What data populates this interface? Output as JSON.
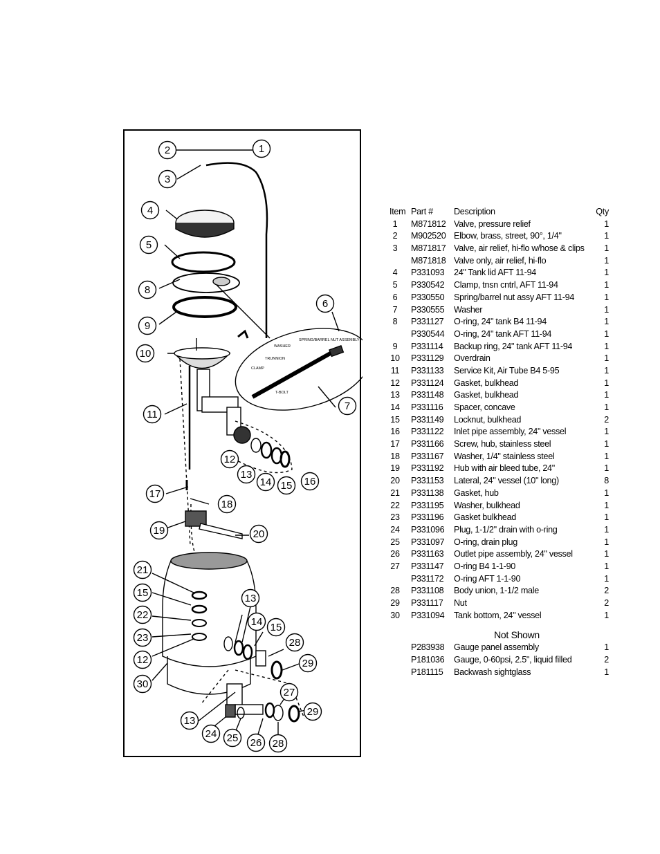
{
  "table": {
    "headers": {
      "item": "Item",
      "part": "Part #",
      "description": "Description",
      "qty": "Qty"
    },
    "rows": [
      {
        "item": "1",
        "part": "M871812",
        "description": "Valve, pressure relief",
        "qty": "1"
      },
      {
        "item": "2",
        "part": "M902520",
        "description": "Elbow, brass, street, 90°, 1/4\"",
        "qty": "1"
      },
      {
        "item": "3",
        "part": "M871817",
        "description": "Valve, air relief, hi-flo w/hose & clips",
        "qty": "1"
      },
      {
        "item": "",
        "part": "M871818",
        "description": "Valve only, air relief, hi-flo",
        "qty": "1"
      },
      {
        "item": "4",
        "part": "P331093",
        "description": "24\" Tank lid AFT 11-94",
        "qty": "1"
      },
      {
        "item": "5",
        "part": "P330542",
        "description": "Clamp, tnsn cntrl, AFT 11-94",
        "qty": "1"
      },
      {
        "item": "6",
        "part": "P330550",
        "description": "Spring/barrel nut assy AFT 11-94",
        "qty": "1"
      },
      {
        "item": "7",
        "part": "P330555",
        "description": "Washer",
        "qty": "1"
      },
      {
        "item": "8",
        "part": "P331127",
        "description": "O-ring, 24\" tank B4 11-94",
        "qty": "1"
      },
      {
        "item": "",
        "part": "P330544",
        "description": "O-ring, 24\" tank AFT 11-94",
        "qty": "1"
      },
      {
        "item": "9",
        "part": "P331114",
        "description": "Backup ring, 24\" tank AFT 11-94",
        "qty": "1"
      },
      {
        "item": "10",
        "part": "P331129",
        "description": "Overdrain",
        "qty": "1"
      },
      {
        "item": "11",
        "part": "P331133",
        "description": "Service Kit, Air Tube B4 5-95",
        "qty": "1"
      },
      {
        "item": "12",
        "part": "P331124",
        "description": "Gasket, bulkhead",
        "qty": "1"
      },
      {
        "item": "13",
        "part": "P331148",
        "description": "Gasket, bulkhead",
        "qty": "1"
      },
      {
        "item": "14",
        "part": "P331116",
        "description": "Spacer, concave",
        "qty": "1"
      },
      {
        "item": "15",
        "part": "P331149",
        "description": "Locknut, bulkhead",
        "qty": "2"
      },
      {
        "item": "16",
        "part": "P331122",
        "description": "Inlet pipe assembly, 24\" vessel",
        "qty": "1"
      },
      {
        "item": "17",
        "part": "P331166",
        "description": "Screw, hub, stainless steel",
        "qty": "1"
      },
      {
        "item": "18",
        "part": "P331167",
        "description": "Washer, 1/4\" stainless steel",
        "qty": "1"
      },
      {
        "item": "19",
        "part": "P331192",
        "description": "Hub with air bleed tube, 24\"",
        "qty": "1"
      },
      {
        "item": "20",
        "part": "P331153",
        "description": "Lateral, 24\" vessel (10\" long)",
        "qty": "8"
      },
      {
        "item": "21",
        "part": "P331138",
        "description": "Gasket, hub",
        "qty": "1"
      },
      {
        "item": "22",
        "part": "P331195",
        "description": "Washer, bulkhead",
        "qty": "1"
      },
      {
        "item": "23",
        "part": "P331196",
        "description": "Gasket bulkhead",
        "qty": "1"
      },
      {
        "item": "24",
        "part": "P331096",
        "description": "Plug, 1-1/2\" drain with o-ring",
        "qty": "1"
      },
      {
        "item": "25",
        "part": "P331097",
        "description": "O-ring, drain plug",
        "qty": "1"
      },
      {
        "item": "26",
        "part": "P331163",
        "description": "Outlet pipe assembly, 24\" vessel",
        "qty": "1"
      },
      {
        "item": "27",
        "part": "P331147",
        "description": "O-ring B4 1-1-90",
        "qty": "1"
      },
      {
        "item": "",
        "part": "P331172",
        "description": "O-ring AFT 1-1-90",
        "qty": "1"
      },
      {
        "item": "28",
        "part": "P331108",
        "description": "Body union, 1-1/2 male",
        "qty": "2"
      },
      {
        "item": "29",
        "part": "P331117",
        "description": "Nut",
        "qty": "2"
      },
      {
        "item": "30",
        "part": "P331094",
        "description": "Tank bottom, 24\" vessel",
        "qty": "1"
      }
    ]
  },
  "not_shown": {
    "title": "Not Shown",
    "rows": [
      {
        "part": "P283938",
        "description": "Gauge panel assembly",
        "qty": "1"
      },
      {
        "part": "P181036",
        "description": "Gauge, 0-60psi, 2.5\", liquid filled",
        "qty": "2"
      },
      {
        "part": "P181115",
        "description": "Backwash sightglass",
        "qty": "1"
      }
    ]
  },
  "diagram": {
    "callouts": [
      "1",
      "2",
      "3",
      "4",
      "5",
      "8",
      "9",
      "10",
      "11",
      "6",
      "7",
      "12",
      "13",
      "14",
      "15",
      "16",
      "17",
      "18",
      "19",
      "20",
      "21",
      "15",
      "22",
      "23",
      "12",
      "30",
      "13",
      "14",
      "15",
      "28",
      "29",
      "27",
      "29",
      "13",
      "24",
      "25",
      "26",
      "28"
    ],
    "detail_labels": {
      "spring": "SPRING/BARREL NUT ASSEMBLY",
      "washer": "WASHER",
      "trunnion": "TRUNNION",
      "clamp": "CLAMP",
      "t_bolt": "T-BOLT"
    }
  }
}
